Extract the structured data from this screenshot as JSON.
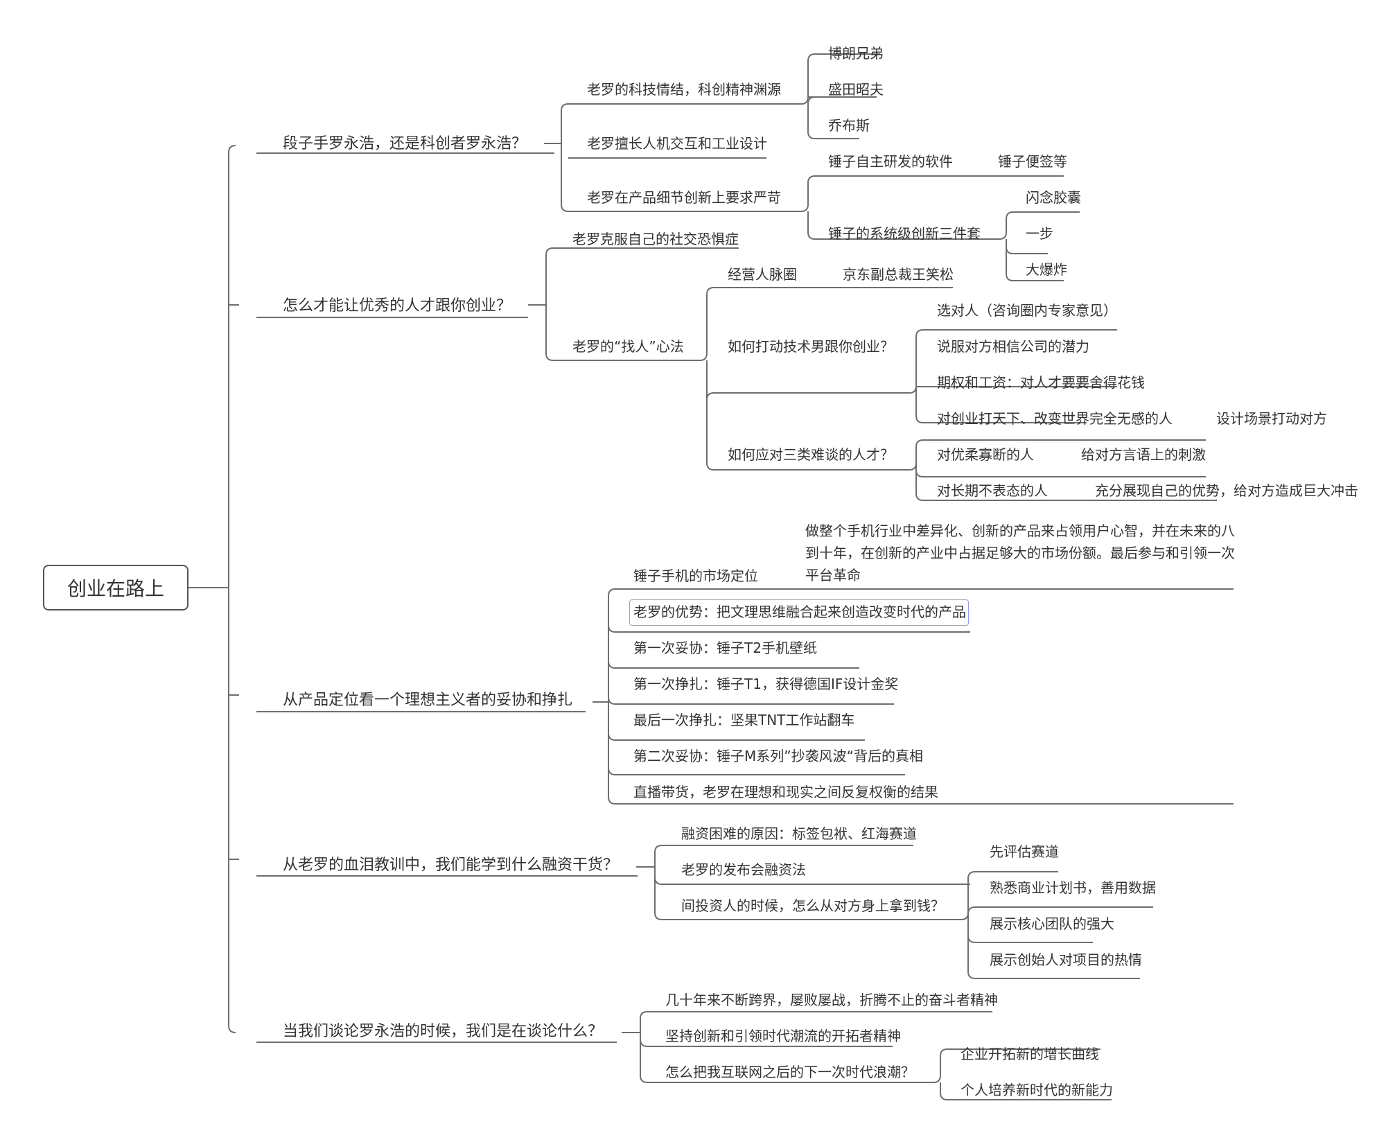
{
  "root": "创业在路上",
  "branches": [
    {
      "label": "段子手罗永浩，还是科创者罗永浩？",
      "children": [
        {
          "label": "老罗的科技情结，科创精神渊源",
          "children": [
            "博朗兄弟",
            "盛田昭夫",
            "乔布斯"
          ]
        },
        {
          "label": "老罗擅长人机交互和工业设计"
        },
        {
          "label": "老罗在产品细节创新上要求严苛",
          "children": [
            {
              "label": "锤子自主研发的软件",
              "children": [
                "锤子便签等"
              ]
            },
            {
              "label": "锤子的系统级创新三件套",
              "children": [
                "闪念胶囊",
                "一步",
                "大爆炸"
              ]
            }
          ]
        }
      ]
    },
    {
      "label": "怎么才能让优秀的人才跟你创业？",
      "children": [
        {
          "label": "老罗克服自己的社交恐惧症"
        },
        {
          "label": "老罗的“找人”心法",
          "children": [
            {
              "label": "经营人脉圈",
              "children": [
                "京东副总裁王笑松"
              ]
            },
            {
              "label": "如何打动技术男跟你创业？",
              "children": [
                "选对人（咨询圈内专家意见）",
                "说服对方相信公司的潜力",
                "期权和工资：对人才要要舍得花钱"
              ]
            },
            {
              "label": "如何应对三类难谈的人才？",
              "children": [
                {
                  "label": "对创业打天下、改变世界完全无感的人",
                  "children": [
                    "设计场景打动对方"
                  ]
                },
                {
                  "label": "对优柔寡断的人",
                  "children": [
                    "给对方言语上的刺激"
                  ]
                },
                {
                  "label": "对长期不表态的人",
                  "children": [
                    "充分展现自己的优势，给对方造成巨大冲击"
                  ]
                }
              ]
            }
          ]
        }
      ]
    },
    {
      "label": "从产品定位看一个理想主义者的妥协和挣扎",
      "children": [
        {
          "label": "锤子手机的市场定位",
          "children": [
            "做整个手机行业中差异化、创新的产品来占领用户心智，并在未来的八到十年，在创新的产业中占据足够大的市场份额。最后参与和引领一次平台革命"
          ]
        },
        {
          "label": "老罗的优势：把文理思维融合起来创造改变时代的产品"
        },
        {
          "label": "第一次妥协：锤子T2手机壁纸"
        },
        {
          "label": "第一次挣扎：锤子T1，获得德国IF设计金奖"
        },
        {
          "label": "最后一次挣扎：坚果TNT工作站翻车"
        },
        {
          "label": "第二次妥协：锤子M系列”抄袭风波“背后的真相"
        },
        {
          "label": "直播带货，老罗在理想和现实之间反复权衡的结果"
        }
      ]
    },
    {
      "label": "从老罗的血泪教训中，我们能学到什么融资干货？",
      "children": [
        {
          "label": "融资困难的原因：标签包袱、红海赛道"
        },
        {
          "label": "老罗的发布会融资法"
        },
        {
          "label": "间投资人的时候，怎么从对方身上拿到钱？",
          "children": [
            "先评估赛道",
            "熟悉商业计划书，善用数据",
            "展示核心团队的强大",
            "展示创始人对项目的热情"
          ]
        }
      ]
    },
    {
      "label": "当我们谈论罗永浩的时候，我们是在谈论什么？",
      "children": [
        {
          "label": "几十年来不断跨界，屡败屡战，折腾不止的奋斗者精神"
        },
        {
          "label": "坚持创新和引领时代潮流的开拓者精神"
        },
        {
          "label": "怎么把我互联网之后的下一次时代浪潮？",
          "children": [
            "企业开拓新的增长曲线",
            "个人培养新时代的新能力"
          ]
        }
      ]
    }
  ]
}
